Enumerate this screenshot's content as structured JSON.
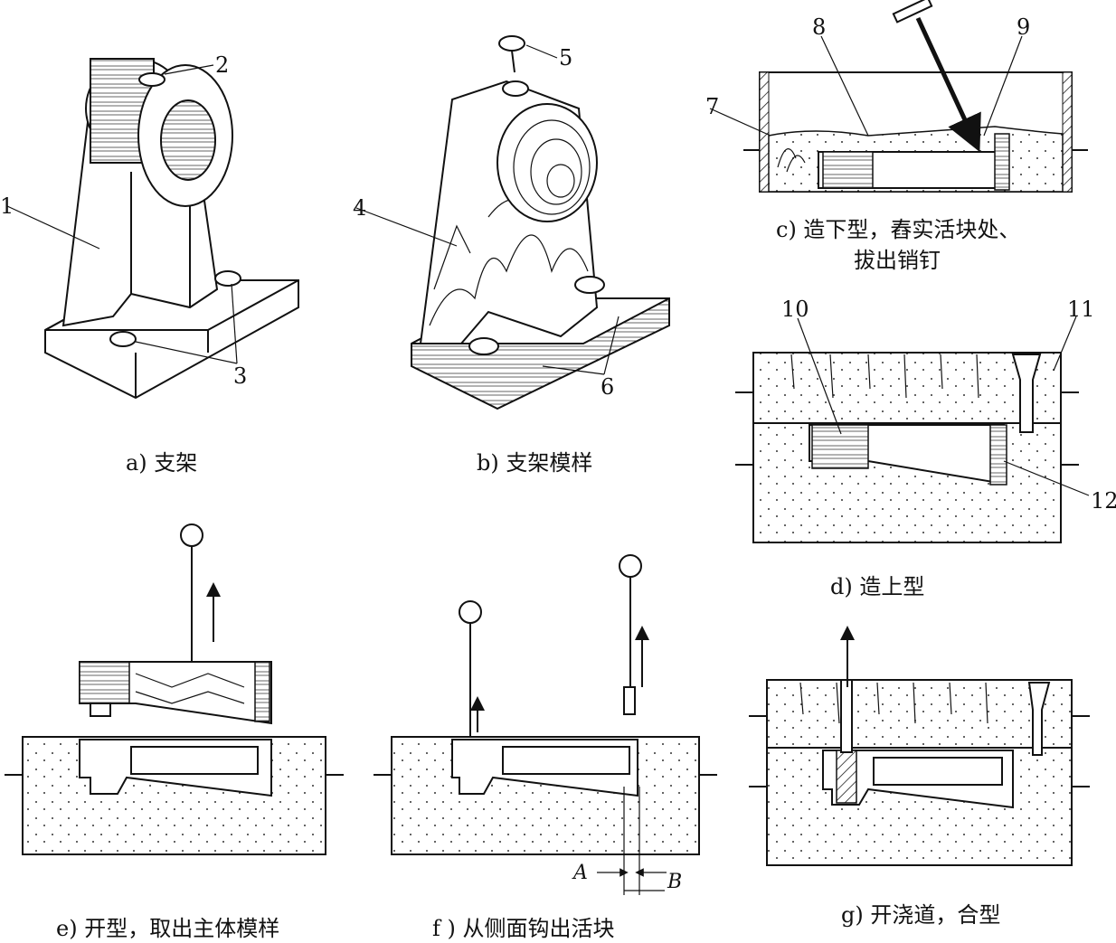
{
  "panels": {
    "a": {
      "caption": "a) 支架",
      "labels": [
        "1",
        "2",
        "3"
      ]
    },
    "b": {
      "caption": "b) 支架模样",
      "labels": [
        "4",
        "5",
        "6"
      ]
    },
    "c": {
      "caption_line1": "c) 造下型，舂实活块处、",
      "caption_line2": "拔出销钉",
      "labels": [
        "7",
        "8",
        "9"
      ]
    },
    "d": {
      "caption": "d) 造上型",
      "labels": [
        "10",
        "11",
        "12"
      ]
    },
    "e": {
      "caption": "e) 开型，取出主体模样"
    },
    "f": {
      "caption": "f ) 从侧面钩出活块",
      "dim_a": "A",
      "dim_b": "B"
    },
    "g": {
      "caption": "g) 开浇道，合型"
    }
  }
}
